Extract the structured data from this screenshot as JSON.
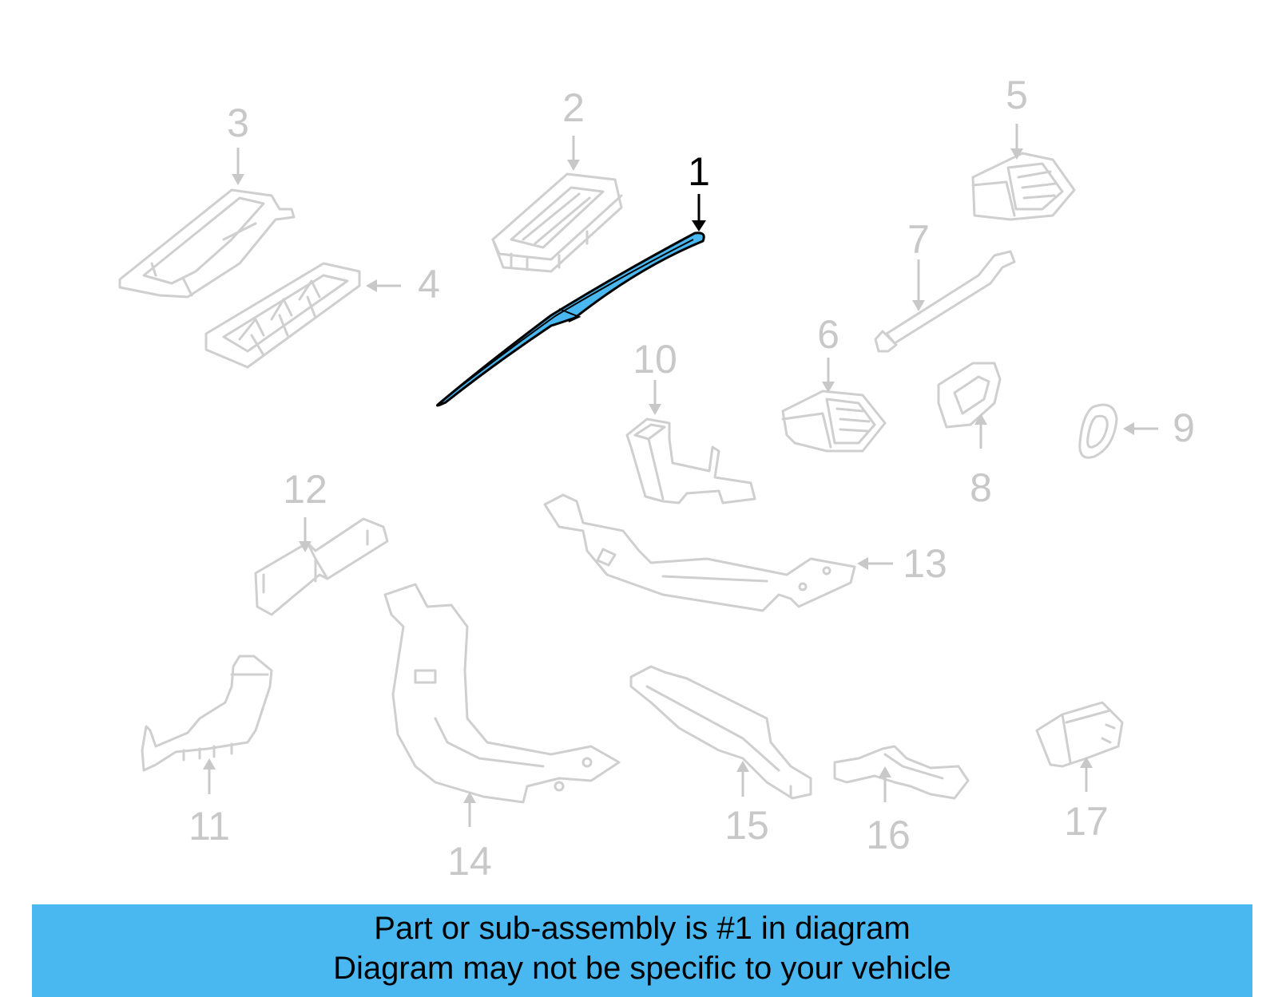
{
  "diagram": {
    "highlight_color": "#4ab8f0",
    "parts": [
      {
        "id": "1",
        "label": "1",
        "active": true
      },
      {
        "id": "2",
        "label": "2"
      },
      {
        "id": "3",
        "label": "3"
      },
      {
        "id": "4",
        "label": "4"
      },
      {
        "id": "5",
        "label": "5"
      },
      {
        "id": "6",
        "label": "6"
      },
      {
        "id": "7",
        "label": "7"
      },
      {
        "id": "8",
        "label": "8"
      },
      {
        "id": "9",
        "label": "9"
      },
      {
        "id": "10",
        "label": "10"
      },
      {
        "id": "11",
        "label": "11"
      },
      {
        "id": "12",
        "label": "12"
      },
      {
        "id": "13",
        "label": "13"
      },
      {
        "id": "14",
        "label": "14"
      },
      {
        "id": "15",
        "label": "15"
      },
      {
        "id": "16",
        "label": "16"
      },
      {
        "id": "17",
        "label": "17"
      }
    ]
  },
  "banner": {
    "line1": "Part or sub-assembly is #1 in diagram",
    "line2": "Diagram may not be specific to your vehicle",
    "color": "#4ab8f0"
  }
}
